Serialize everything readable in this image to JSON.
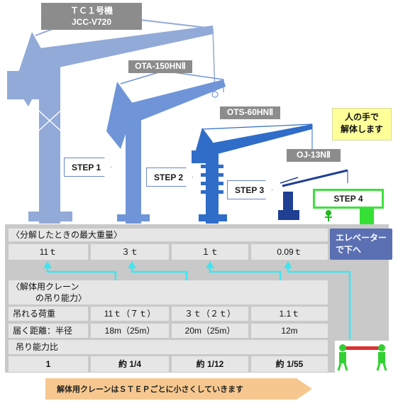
{
  "cranes": [
    {
      "name_line1": "ＴＣ１号機",
      "name_line2": "JCC-V720",
      "step": "STEP 1"
    },
    {
      "name": "OTA-150HNⅡ",
      "step": "STEP 2"
    },
    {
      "name": "OTS-60HNⅡ",
      "step": "STEP 3"
    },
    {
      "name": "OJ-13NⅡ",
      "step": "STEP 4"
    }
  ],
  "notes": {
    "human_line1": "人の手で",
    "human_line2": "解体します",
    "elevator_line1": "エレベーター",
    "elevator_line2": "で下へ"
  },
  "table": {
    "max_weight_title": "〈分解したときの最大重量〉",
    "max_weights": [
      "11ｔ",
      "３ｔ",
      "１ｔ",
      "0.09ｔ"
    ],
    "capacity_title_line1": "〈解体用クレーン",
    "capacity_title_line2": "の吊り能力〉",
    "load_label": "吊れる荷重",
    "loads": [
      "11ｔ（７ｔ）",
      "３ｔ（２ｔ）",
      "1.1ｔ"
    ],
    "reach_label": "届く距離：半径",
    "reaches": [
      "18m（25m）",
      "20m（25m）",
      "12m"
    ],
    "ratio_label": "吊り能力比",
    "ratios": [
      "1",
      "約 1/4",
      "約 1/12",
      "約 1/55"
    ]
  },
  "bottom_banner": "解体用クレーンはＳＴＥＰごとに小さくしていきます",
  "colors": {
    "crane1": "#92aad8",
    "crane2": "#6f95d8",
    "crane3": "#2f6dc8",
    "crane4": "#1f3f93",
    "cyan": "#3ee6f0",
    "green": "#33e033",
    "arrow_orange": "#f6c890"
  }
}
